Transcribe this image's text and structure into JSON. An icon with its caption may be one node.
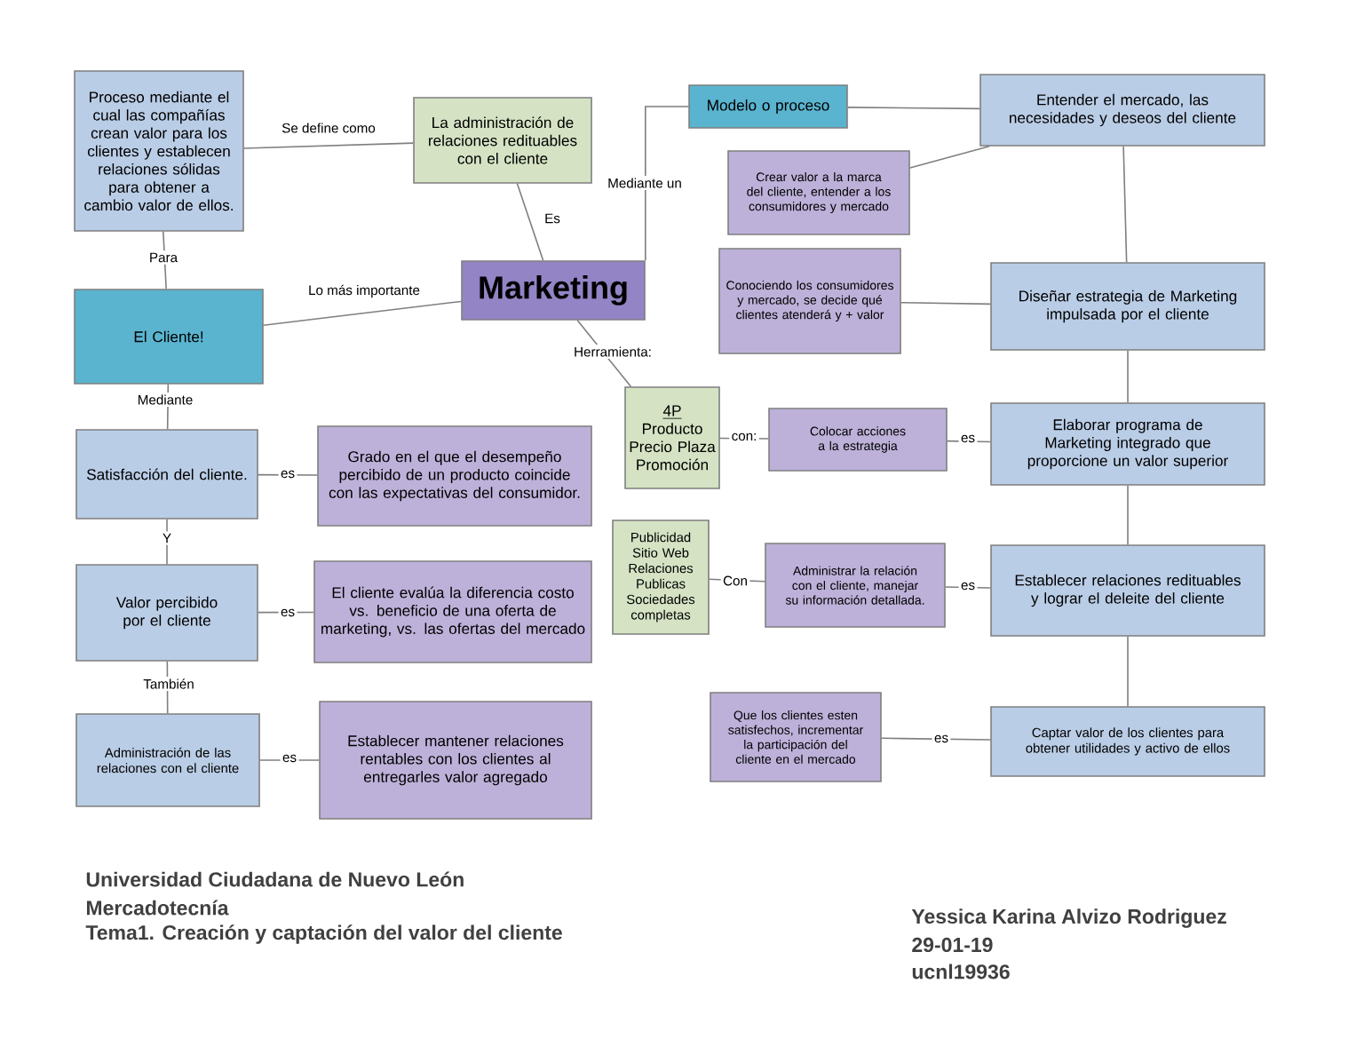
{
  "diagram": {
    "nodes": [
      {
        "text": [
          "Proceso mediante el cual las compañías crean valor para los clientes y establecen relaciones sólidas para obtener a cambio valor de ellos."
        ]
      },
      {
        "text": [
          "La administración de relaciones redituables con el cliente"
        ]
      },
      {
        "text": [
          "Modelo o proceso"
        ]
      },
      {
        "text": [
          "Entender el mercado, las necesidades y deseos del cliente"
        ]
      },
      {
        "text": [
          "Marketing"
        ]
      },
      {
        "text": [
          "El Cliente!"
        ]
      },
      {
        "text": [
          "Crear valor a la marca del cliente, entender a los consumidores y mercado"
        ]
      },
      {
        "text": [
          "Conociendo los consumidores y mercado, se decide qué clientes atenderá y + valor"
        ]
      },
      {
        "text": [
          "Diseñar estrategia de Marketing impulsada por el cliente"
        ]
      },
      {
        "text": [
          "4P",
          "Producto Precio Plaza Promoción"
        ]
      },
      {
        "text": [
          "Colocar acciones a la estrategia"
        ]
      },
      {
        "text": [
          "Elaborar programa de Marketing integrado que proporcione un valor superior"
        ]
      },
      {
        "text": [
          "Satisfacción del cliente."
        ]
      },
      {
        "text": [
          "Grado en el que el desempeño percibido de un producto coincide con las expectativas del consumidor."
        ]
      },
      {
        "text": [
          "Publicidad Sitio Web Relaciones Publicas Sociedades completas"
        ]
      },
      {
        "text": [
          "Administrar la relación con el cliente, manejar su información detallada."
        ]
      },
      {
        "text": [
          "Establecer relaciones redituables y lograr el deleite del cliente"
        ]
      },
      {
        "text": [
          "Valor percibido por el cliente"
        ]
      },
      {
        "text": [
          "El cliente evalúa la diferencia costo vs. beneficio de una oferta de marketing, vs. las ofertas del mercado"
        ]
      },
      {
        "text": [
          "Que los clientes esten satisfechos, incrementar la participación del cliente en el mercado"
        ]
      },
      {
        "text": [
          "Captar valor de los clientes para obtener utilidades y activo de ellos"
        ]
      },
      {
        "text": [
          "Administración de las relaciones con el cliente"
        ]
      },
      {
        "text": [
          "Establecer mantener relaciones rentables con los clientes al entregarles valor agregado"
        ]
      }
    ],
    "edges": [
      {
        "from": 0,
        "to": 1,
        "arrow": "none",
        "label": "Se define como"
      },
      {
        "from": 1,
        "to": 4,
        "arrow": "none",
        "label": "Es"
      },
      {
        "from": 4,
        "to": 2,
        "arrow": "none",
        "label": "Mediante un"
      },
      {
        "from": 2,
        "to": 3,
        "arrow": "none"
      },
      {
        "from": 3,
        "to": 6,
        "arrow": "none"
      },
      {
        "from": 3,
        "to": 8,
        "arrow": "none"
      },
      {
        "from": 8,
        "to": 7,
        "arrow": "none"
      },
      {
        "from": 8,
        "to": 11,
        "arrow": "none"
      },
      {
        "from": 11,
        "to": 10,
        "arrow": "none",
        "label": "es"
      },
      {
        "from": 10,
        "to": 9,
        "arrow": "none",
        "label": "con:"
      },
      {
        "from": 4,
        "to": 9,
        "arrow": "none",
        "label": "Herramienta:"
      },
      {
        "from": 11,
        "to": 16,
        "arrow": "none"
      },
      {
        "from": 16,
        "to": 15,
        "arrow": "none",
        "label": "es"
      },
      {
        "from": 15,
        "to": 14,
        "arrow": "none",
        "label": "Con"
      },
      {
        "from": 16,
        "to": 20,
        "arrow": "none"
      },
      {
        "from": 20,
        "to": 19,
        "arrow": "none",
        "label": "es"
      },
      {
        "from": 0,
        "to": 5,
        "arrow": "none",
        "label": "Para"
      },
      {
        "from": 4,
        "to": 5,
        "arrow": "none",
        "label": "Lo más importante"
      },
      {
        "from": 5,
        "to": 12,
        "arrow": "none",
        "label": "Mediante"
      },
      {
        "from": 12,
        "to": 13,
        "arrow": "none",
        "label": "es"
      },
      {
        "from": 12,
        "to": 17,
        "arrow": "none",
        "label": "Y"
      },
      {
        "from": 17,
        "to": 18,
        "arrow": "none",
        "label": "es"
      },
      {
        "from": 17,
        "to": 21,
        "arrow": "none",
        "label": "También"
      },
      {
        "from": 21,
        "to": 22,
        "arrow": "none",
        "label": "es"
      }
    ],
    "labels": [
      "Universidad Ciudadana de Nuevo León",
      "Mercadotecnía",
      "Tema1. Creación y captación del valor del cliente",
      "Yessica Karina Alvizo Rodriguez",
      "29-01-19",
      "ucnl19936"
    ]
  }
}
